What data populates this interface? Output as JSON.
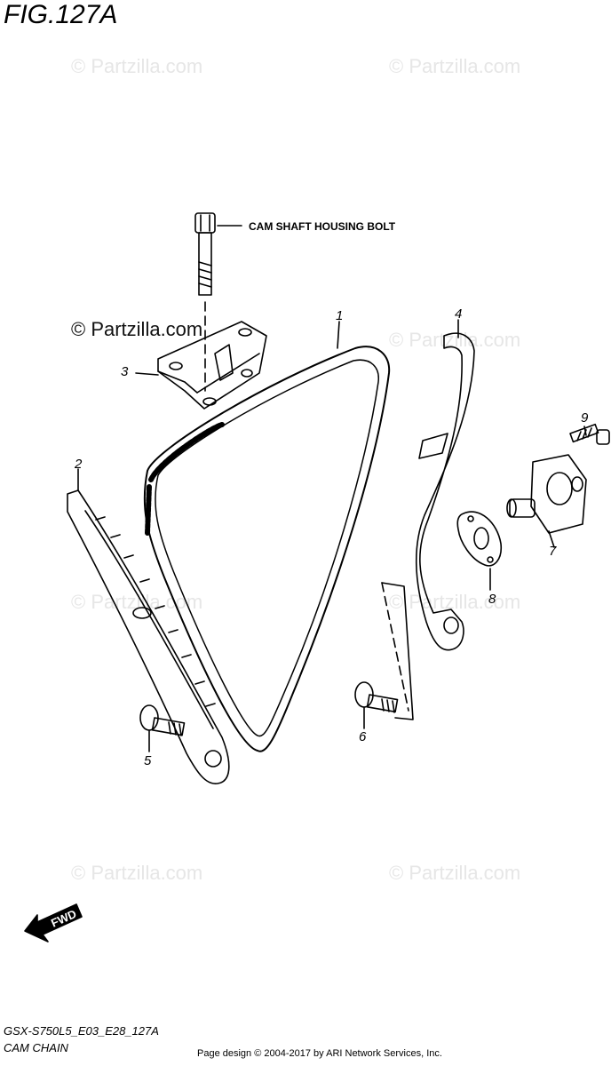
{
  "figure": {
    "title": "FIG.127A"
  },
  "watermarks": {
    "text": "© Partzilla.com",
    "highlighted": "© Partzilla.com"
  },
  "notes": {
    "cam_shaft_housing_bolt": "CAM SHAFT HOUSING BOLT"
  },
  "callouts": [
    "1",
    "2",
    "3",
    "4",
    "5",
    "6",
    "7",
    "8",
    "9"
  ],
  "fwd_label": "FWD",
  "footer": {
    "code": "GSX-S750L5_E03_E28_127A",
    "name": "CAM CHAIN",
    "copyright": "Page design © 2004-2017 by ARI Network Services, Inc."
  }
}
